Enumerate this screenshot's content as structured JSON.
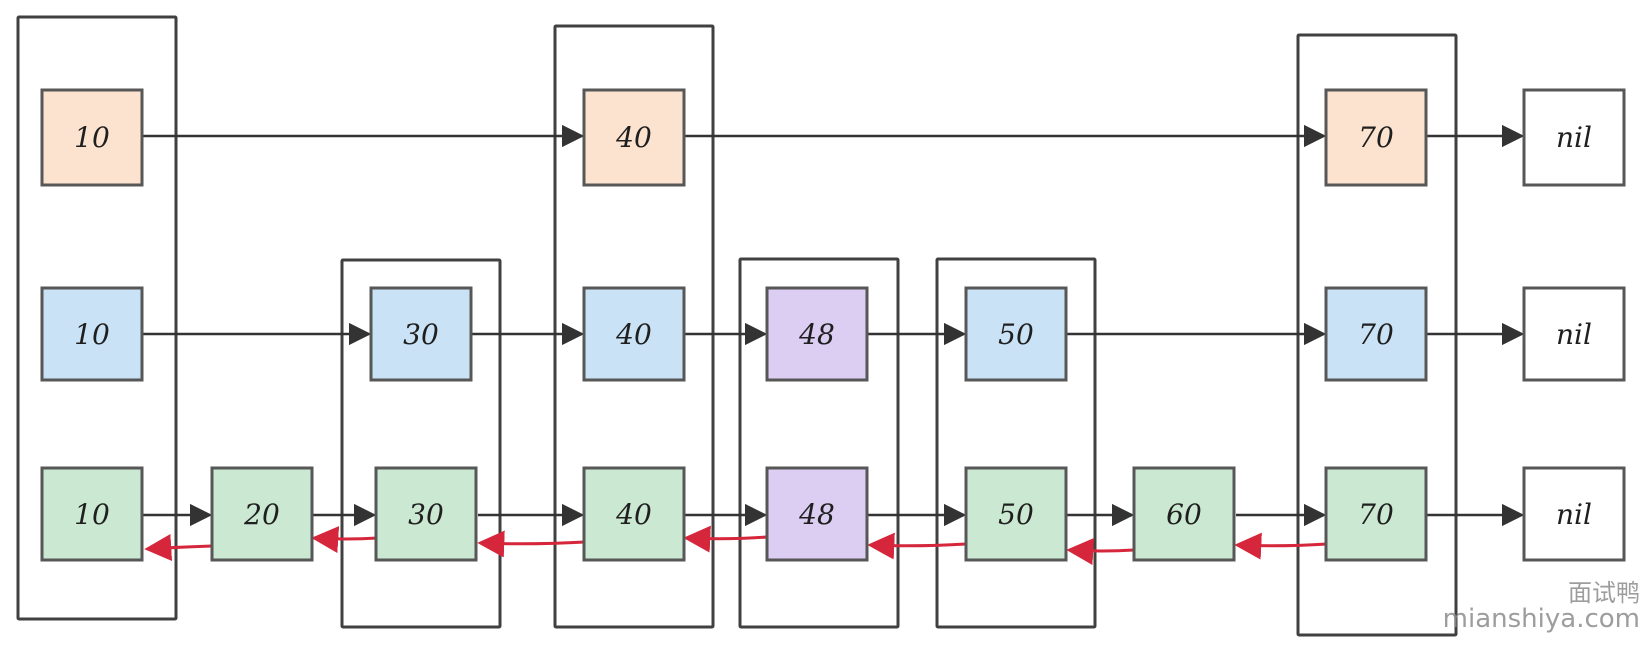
{
  "nodes": {
    "l3_10": "10",
    "l3_40": "40",
    "l3_70": "70",
    "l3_nil": "nil",
    "l2_10": "10",
    "l2_30": "30",
    "l2_40": "40",
    "l2_48": "48",
    "l2_50": "50",
    "l2_70": "70",
    "l2_nil": "nil",
    "l1_10": "10",
    "l1_20": "20",
    "l1_30": "30",
    "l1_40": "40",
    "l1_48": "48",
    "l1_50": "50",
    "l1_60": "60",
    "l1_70": "70",
    "l1_nil": "nil"
  },
  "colors": {
    "top_level": "#fbe3d0",
    "middle_level": "#c9e2f6",
    "bottom_level": "#cbe8d2",
    "new_node": "#dccdf2",
    "nil_node": "#ffffff",
    "backward_arrow": "#d6263b"
  },
  "watermark": {
    "line1": "面试鸭",
    "line2": "mianshiya.com"
  }
}
